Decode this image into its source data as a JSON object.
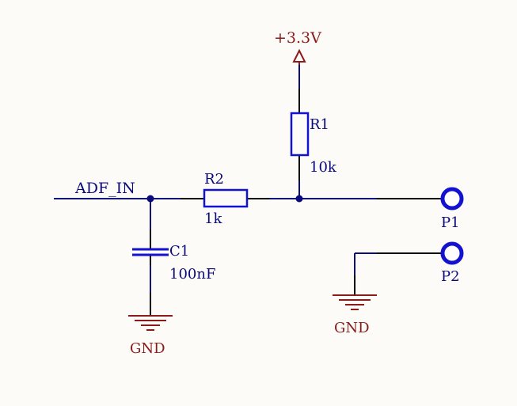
{
  "schematic": {
    "power": {
      "label": "+3.3V"
    },
    "net_label": "ADF_IN",
    "components": {
      "r1": {
        "designator": "R1",
        "value": "10k"
      },
      "r2": {
        "designator": "R2",
        "value": "1k"
      },
      "c1": {
        "designator": "C1",
        "value": "100nF"
      }
    },
    "connectors": {
      "p1": {
        "designator": "P1"
      },
      "p2": {
        "designator": "P2"
      }
    },
    "grounds": {
      "gnd_c1": {
        "label": "GND"
      },
      "gnd_p2": {
        "label": "GND"
      }
    }
  },
  "colors": {
    "background": "#fdfbf7",
    "wire": "#0a0a7a",
    "component_body": "#1212d0",
    "power_ground": "#8b1a1a",
    "lead": "#000000",
    "junction": "#0a0a7a"
  }
}
